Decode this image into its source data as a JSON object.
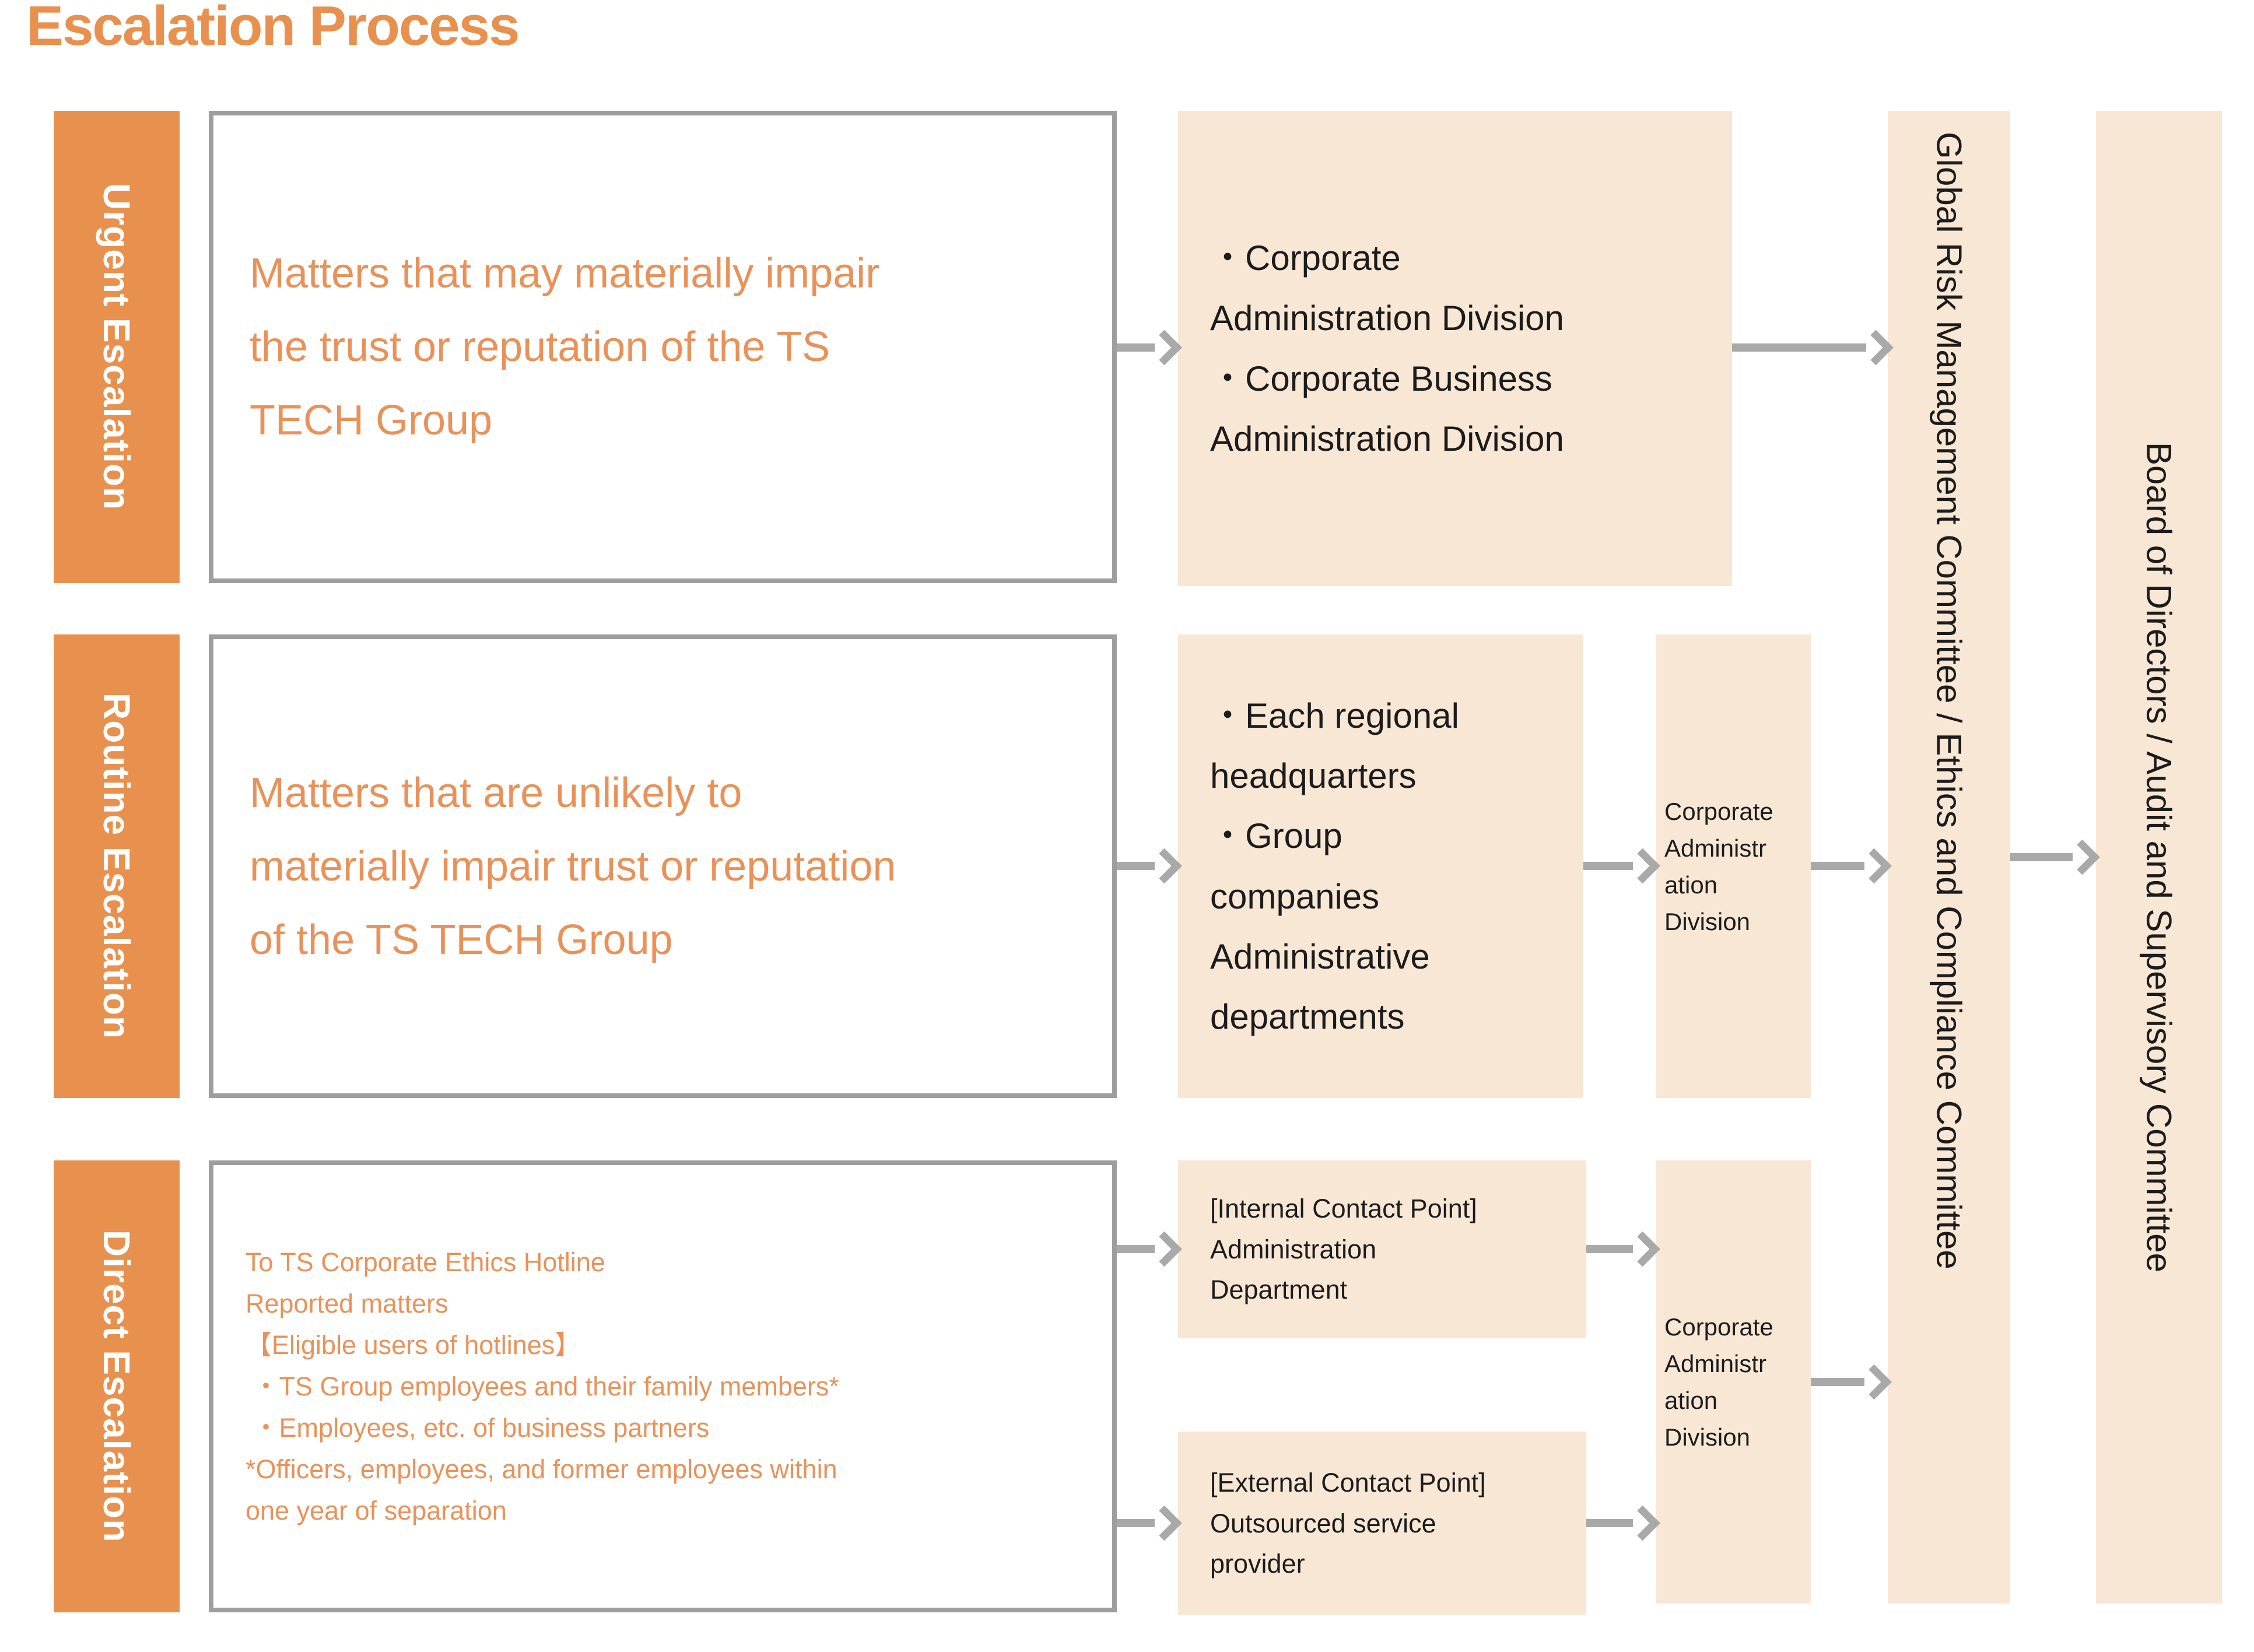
{
  "title": "Escalation Process",
  "rows": [
    {
      "label": "Urgent Escalation",
      "matter": "Matters that may materially impair\nthe trust or reputation of the TS\nTECH Group",
      "recipients": "・Corporate\nAdministration Division\n・Corporate Business\nAdministration Division"
    },
    {
      "label": "Routine Escalation",
      "matter": "Matters that are unlikely to\nmaterially impair trust or reputation\nof the TS TECH Group",
      "recipients": "・Each regional\nheadquarters\n・Group\ncompanies\nAdministrative\ndepartments",
      "intermediate": "Corporate\nAdministr\nation\nDivision"
    },
    {
      "label": "Direct Escalation",
      "matter": "To TS Corporate Ethics Hotline\nReported matters\n【Eligible users of hotlines】\n ・TS Group employees and their family members*\n ・Employees, etc. of business partners\n*Officers, employees, and former employees within\none year of separation",
      "internal_contact": "[Internal Contact Point]\nAdministration\nDepartment",
      "external_contact": "[External Contact Point]\nOutsourced service\nprovider",
      "intermediate": "Corporate\nAdministr\nation\nDivision"
    }
  ],
  "committees": {
    "risk_ethics": "Global Risk Management Committee / Ethics and Compliance Committee",
    "board_audit": "Board of Directors / Audit and Supervisory Committee"
  },
  "colors": {
    "orange": "#E8914E",
    "orange_text": "#E8925A",
    "peach": "#F9E7D6",
    "border_gray": "#9E9E9E",
    "arrow_gray": "#A9A9A9",
    "black_text": "#1C1C1C"
  }
}
